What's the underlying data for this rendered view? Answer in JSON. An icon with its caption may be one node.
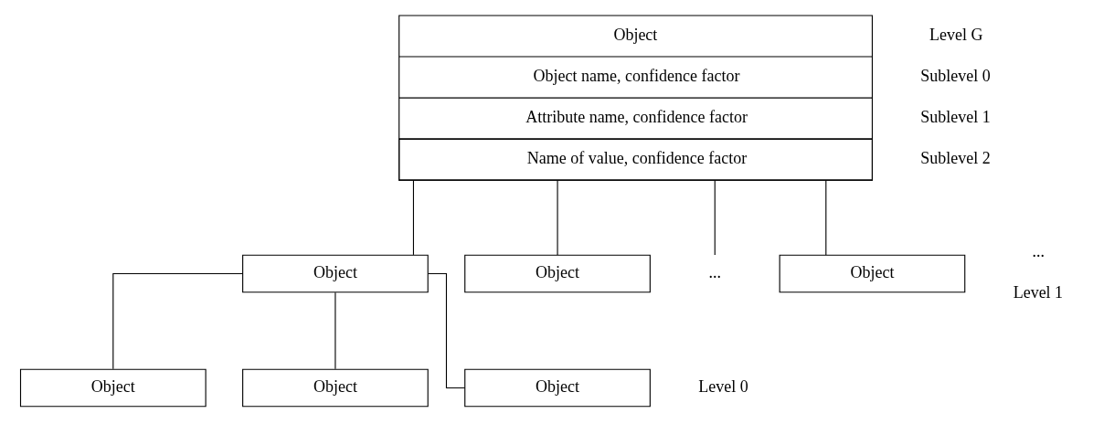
{
  "diagram": {
    "nodes": [
      {
        "text": [
          "Object",
          "Object name, confidence factor",
          "Attribute name, confidence factor",
          "Name of value, confidence factor"
        ]
      },
      {
        "text": [
          "Object"
        ]
      },
      {
        "text": [
          "Object"
        ]
      },
      {
        "text": [
          "..."
        ]
      },
      {
        "text": [
          "Object"
        ]
      },
      {
        "text": [
          "Object"
        ]
      },
      {
        "text": [
          "Object"
        ]
      },
      {
        "text": [
          "Object"
        ]
      }
    ],
    "edges": [
      {
        "from": 0,
        "to": 1,
        "arrow": "none"
      },
      {
        "from": 0,
        "to": 2,
        "arrow": "none"
      },
      {
        "from": 0,
        "to": 3,
        "arrow": "none"
      },
      {
        "from": 0,
        "to": 4,
        "arrow": "none"
      },
      {
        "from": 1,
        "to": 5,
        "arrow": "none"
      },
      {
        "from": 1,
        "to": 6,
        "arrow": "none"
      },
      {
        "from": 1,
        "to": 7,
        "arrow": "none"
      }
    ],
    "labels": [
      "Level G",
      "Sublevel 0",
      "Sublevel 1",
      "Sublevel 2",
      "...",
      "Level 1",
      "Level 0"
    ]
  }
}
